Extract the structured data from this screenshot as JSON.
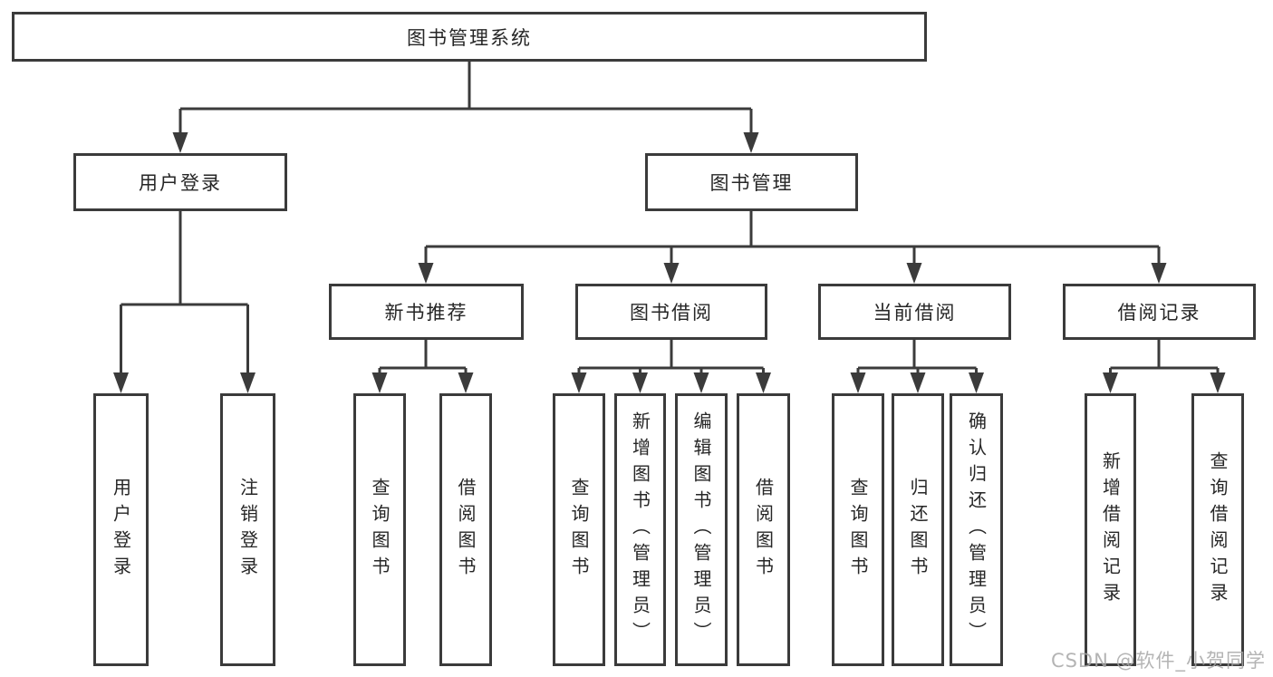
{
  "colors": {
    "line": "#3b3b3b",
    "text": "#262626",
    "background": "#ffffff",
    "watermark": "#a8a8a8"
  },
  "watermark": "CSDN @软件_小贺同学",
  "tree": {
    "root": {
      "label": "图书管理系统"
    },
    "branches": [
      {
        "label": "用户登录",
        "children": [
          {
            "label": "用户登录"
          },
          {
            "label": "注销登录"
          }
        ]
      },
      {
        "label": "图书管理",
        "children": [
          {
            "label": "新书推荐",
            "children": [
              {
                "label": "查询图书"
              },
              {
                "label": "借阅图书"
              }
            ]
          },
          {
            "label": "图书借阅",
            "children": [
              {
                "label": "查询图书"
              },
              {
                "label": "新增图书（管理员）"
              },
              {
                "label": "编辑图书（管理员）"
              },
              {
                "label": "借阅图书"
              }
            ]
          },
          {
            "label": "当前借阅",
            "children": [
              {
                "label": "查询图书"
              },
              {
                "label": "归还图书"
              },
              {
                "label": "确认归还（管理员）"
              }
            ]
          },
          {
            "label": "借阅记录",
            "children": [
              {
                "label": "新增借阅记录"
              },
              {
                "label": "查询借阅记录"
              }
            ]
          }
        ]
      }
    ]
  }
}
